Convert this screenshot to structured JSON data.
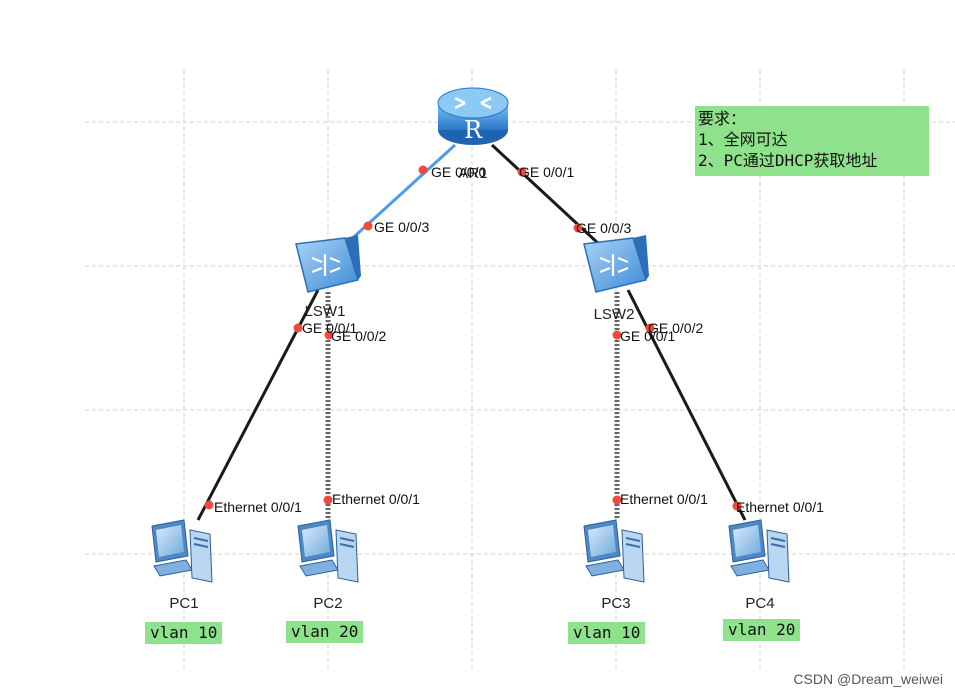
{
  "requirements": {
    "title": "要求：",
    "items": [
      "1、全网可达",
      "2、PC通过DHCP获取地址"
    ]
  },
  "devices": {
    "router": {
      "name": "AR1"
    },
    "lsw1": {
      "name": "LSW1"
    },
    "lsw2": {
      "name": "LSW2"
    },
    "pc1": {
      "name": "PC1",
      "vlan": "vlan 10"
    },
    "pc2": {
      "name": "PC2",
      "vlan": "vlan 20"
    },
    "pc3": {
      "name": "PC3",
      "vlan": "vlan 10"
    },
    "pc4": {
      "name": "PC4",
      "vlan": "vlan 20"
    }
  },
  "ports": {
    "ar1_ge000": "GE 0/0/0",
    "ar1_ge001": "GE 0/0/1",
    "lsw1_ge003": "GE 0/0/3",
    "lsw1_ge001": "GE 0/0/1",
    "lsw1_ge002": "GE 0/0/2",
    "lsw2_ge003": "GE 0/0/3",
    "lsw2_ge001": "GE 0/0/1",
    "lsw2_ge002": "GE 0/0/2",
    "pc1_eth": "Ethernet 0/0/1",
    "pc2_eth": "Ethernet 0/0/1",
    "pc3_eth": "Ethernet 0/0/1",
    "pc4_eth": "Ethernet 0/0/1"
  },
  "colors": {
    "link_blue": "#4a9be8",
    "link_black": "#1a1a1a",
    "port_dot": "#f04a3c",
    "label_bg": "#8ee28b",
    "grid": "#d0d0d0"
  },
  "watermark": "CSDN @Dream_weiwei"
}
